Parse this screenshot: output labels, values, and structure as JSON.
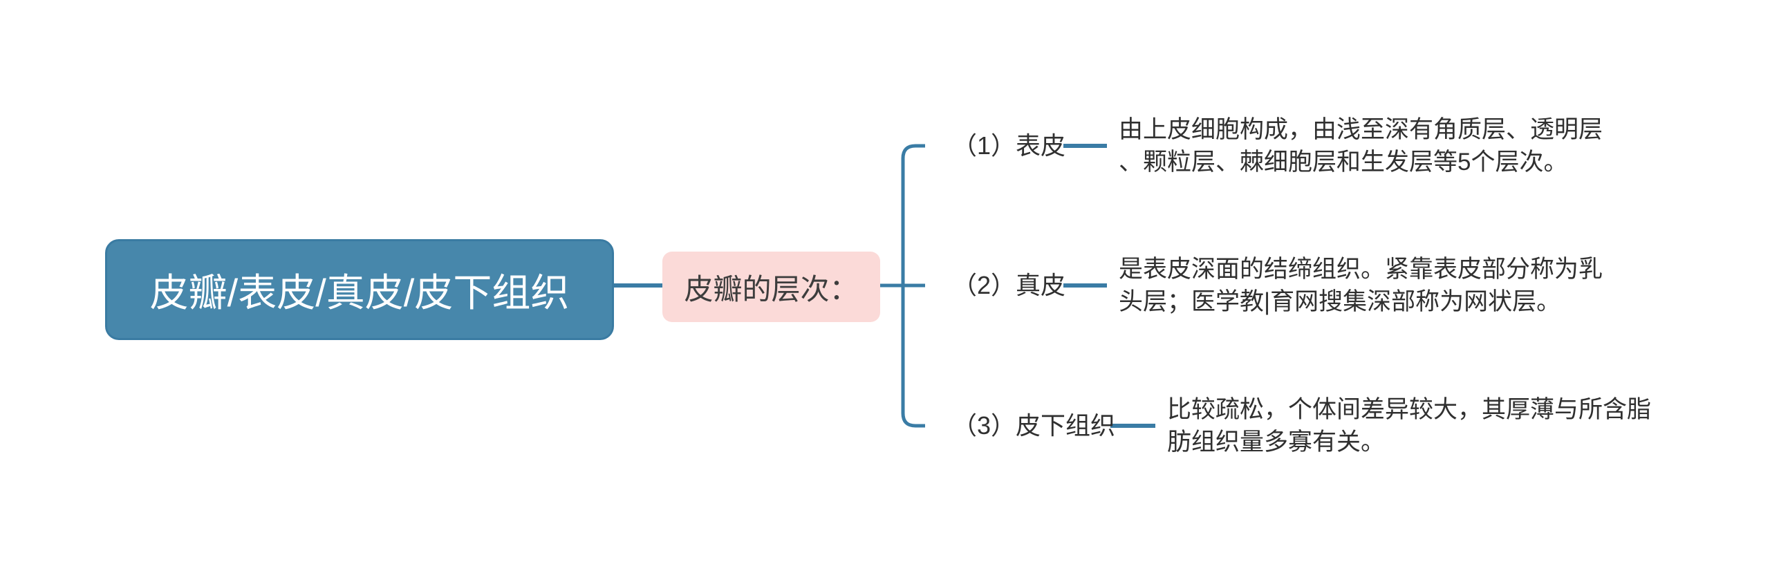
{
  "colors": {
    "background": "#FFFFFF",
    "root_fill": "#4787AB",
    "root_border": "#3A7BA2",
    "root_text": "#FFFFFF",
    "parent_fill": "#FBDAD8",
    "parent_text": "#3D3D3D",
    "line": "#3A7CA5",
    "text": "#303030"
  },
  "root": {
    "label": "皮瓣/表皮/真皮/皮下组织"
  },
  "parent": {
    "label": "皮瓣的层次："
  },
  "branches": [
    {
      "label": "（1）表皮",
      "description": "由上皮细胞构成，由浅至深有角质层、透明层\n、颗粒层、棘细胞层和生发层等5个层次。"
    },
    {
      "label": "（2）真皮",
      "description": "是表皮深面的结缔组织。紧靠表皮部分称为乳\n头层；医学教|育网搜集深部称为网状层。"
    },
    {
      "label": "（3）皮下组织",
      "description": "比较疏松，个体间差异较大，其厚薄与所含脂\n肪组织量多寡有关。"
    }
  ]
}
